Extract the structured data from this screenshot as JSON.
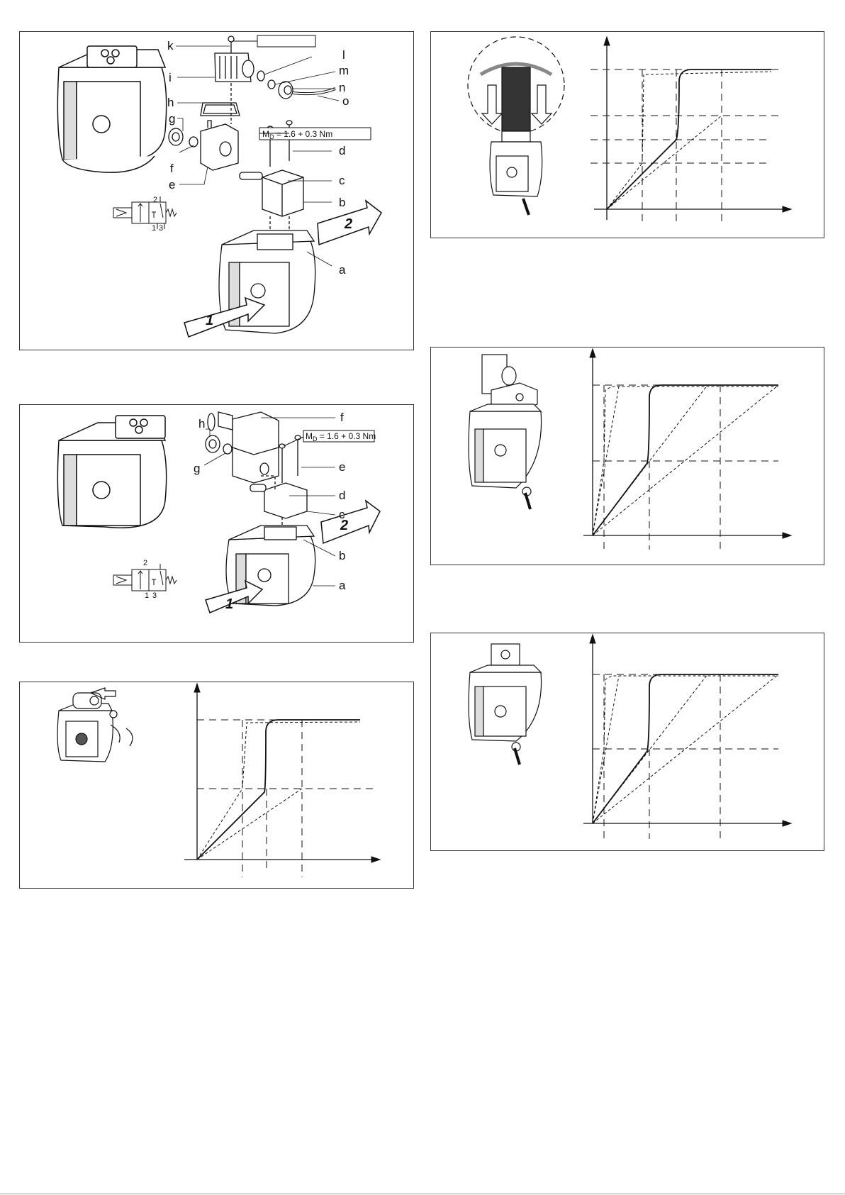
{
  "panel1": {
    "labels": {
      "k": "k",
      "l": "l",
      "i": "i",
      "m": "m",
      "n": "n",
      "h": "h",
      "o": "o",
      "g": "g",
      "d": "d",
      "f": "f",
      "c": "c",
      "e": "e",
      "b": "b",
      "a": "a"
    },
    "torque": "M",
    "torque_sub": "D",
    "torque_val": " = 1.6 + 0.3 Nm",
    "port_in": "1",
    "port_out": "2",
    "sym_top": "2",
    "sym_b1": "1",
    "sym_b3": "3"
  },
  "panel2": {
    "labels": {
      "f": "f",
      "h": "h",
      "g": "g",
      "e": "e",
      "d": "d",
      "c": "c",
      "b": "b",
      "a": "a"
    },
    "torque": "M",
    "torque_sub": "D",
    "torque_val": " = 1.6 + 0.3 Nm",
    "port_in": "1",
    "port_out": "2",
    "sym_top": "2",
    "sym_b1": "1",
    "sym_b3": "3"
  },
  "colors": {
    "line": "#111111",
    "panel_border": "#333333"
  }
}
